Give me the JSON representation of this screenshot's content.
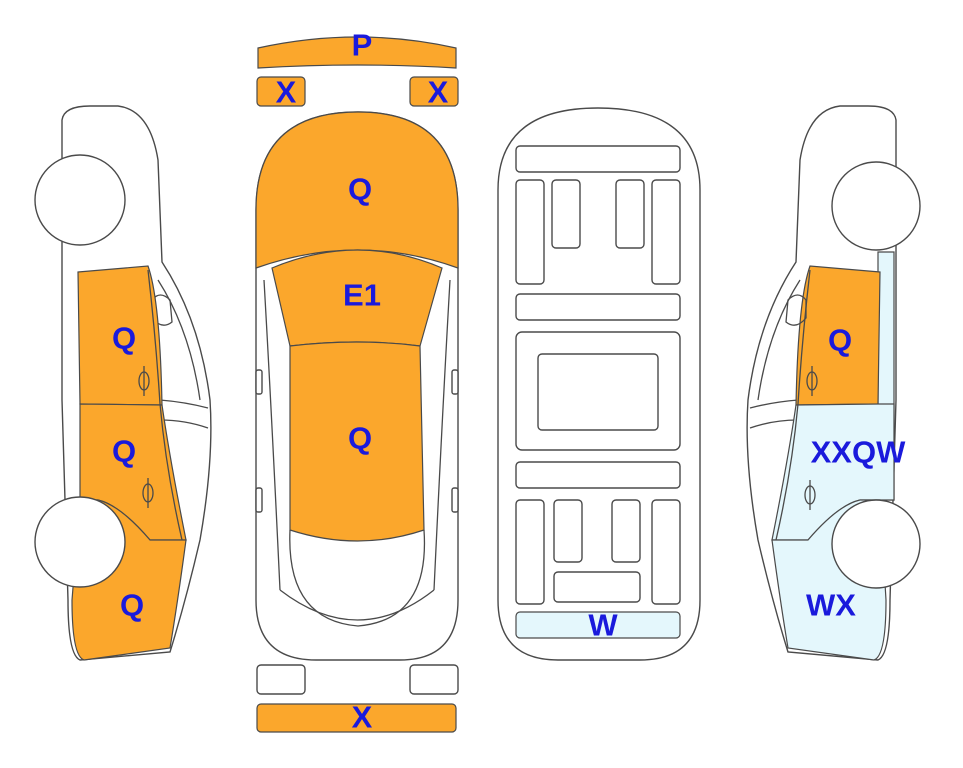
{
  "colors": {
    "damage_major": "#fba72c",
    "damage_minor": "#e4f7fc",
    "outline": "#4a4a4a",
    "label": "#1a1adc"
  },
  "labels": {
    "front_bumper": "P",
    "left_headlight": "X",
    "right_headlight": "X",
    "hood": "Q",
    "windshield": "E1",
    "roof": "Q",
    "rear_bumper": "X",
    "underbody_rear": "W",
    "left_front_door": "Q",
    "left_rear_door": "Q",
    "left_rear_quarter": "Q",
    "right_front_door": "Q",
    "right_rear_door": "XXQW",
    "right_rear_quarter": "WX"
  },
  "panels": {
    "front_bumper": "damage_major",
    "left_headlight": "damage_major",
    "right_headlight": "damage_major",
    "hood": "damage_major",
    "windshield": "damage_major",
    "roof": "damage_major",
    "rear_bumper": "damage_major",
    "underbody_rear": "damage_minor",
    "left_front_door": "damage_major",
    "left_rear_door": "damage_major",
    "left_rear_quarter": "damage_major",
    "right_front_door": "damage_major",
    "right_rear_door": "damage_minor",
    "right_rear_quarter": "damage_minor",
    "right_pillar_strip": "damage_minor"
  }
}
